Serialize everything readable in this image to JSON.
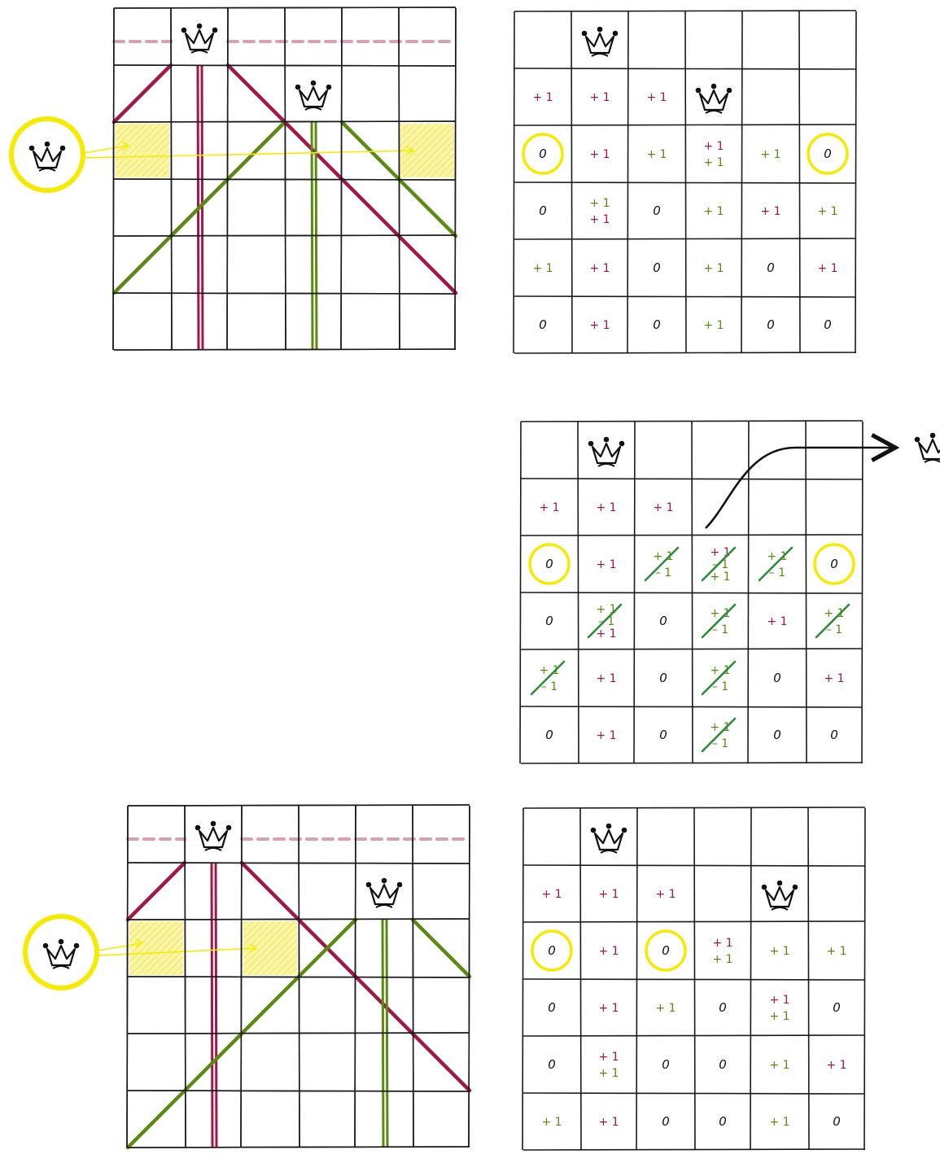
{
  "colors": {
    "grid": "#1a1a1a",
    "queen": "#111111",
    "magenta": "#a0174a",
    "green": "#5a8a12",
    "green_strike": "#2f8a3a",
    "yellow": "#f5ea00",
    "yellow_fill": "#fbf6a6",
    "dash": "#d9a0b4"
  },
  "icons": {
    "queen": "queen-crown-icon",
    "new_queen": "queen-crown-icon",
    "arrow": "curved-arrow-icon"
  },
  "panels": [
    {
      "id": "top-left-lines",
      "kind": "lines",
      "queens": [
        [
          0,
          1
        ],
        [
          1,
          3
        ]
      ],
      "highlight_cells": [
        [
          2,
          0
        ],
        [
          2,
          5
        ]
      ],
      "dash_row": 0
    },
    {
      "id": "top-right-counts",
      "kind": "counts",
      "queens": [
        [
          0,
          1
        ],
        [
          1,
          3
        ]
      ],
      "circled_cells": [
        [
          2,
          0
        ],
        [
          2,
          5
        ]
      ],
      "cells": [
        [
          "",
          "",
          "",
          "",
          "",
          ""
        ],
        [
          [
            "m",
            "+ 1"
          ]
        ],
        [],
        [],
        [],
        []
      ],
      "grid_text": [
        [
          [],
          [],
          [],
          [],
          [],
          []
        ],
        [
          [
            [
              "m",
              "+ 1"
            ]
          ],
          [
            [
              "m",
              "+ 1"
            ]
          ],
          [
            [
              "m",
              "+ 1"
            ]
          ],
          [],
          [],
          []
        ],
        [
          [
            [
              "k",
              "0"
            ]
          ],
          [
            [
              "m",
              "+ 1"
            ]
          ],
          [
            [
              "g",
              "+ 1"
            ]
          ],
          [
            [
              "m",
              "+ 1"
            ],
            [
              "g",
              "+ 1"
            ]
          ],
          [
            [
              "g",
              "+ 1"
            ]
          ],
          [
            [
              "k",
              "0"
            ]
          ]
        ],
        [
          [
            [
              "k",
              "0"
            ]
          ],
          [
            [
              "g",
              "+ 1"
            ],
            [
              "m",
              "+ 1"
            ]
          ],
          [
            [
              "k",
              "0"
            ]
          ],
          [
            [
              "g",
              "+ 1"
            ]
          ],
          [
            [
              "m",
              "+ 1"
            ]
          ],
          [
            [
              "g",
              "+ 1"
            ]
          ]
        ],
        [
          [
            [
              "g",
              "+ 1"
            ]
          ],
          [
            [
              "m",
              "+ 1"
            ]
          ],
          [
            [
              "k",
              "0"
            ]
          ],
          [
            [
              "g",
              "+ 1"
            ]
          ],
          [
            [
              "k",
              "0"
            ]
          ],
          [
            [
              "m",
              "+ 1"
            ]
          ]
        ],
        [
          [
            [
              "k",
              "0"
            ]
          ],
          [
            [
              "m",
              "+ 1"
            ]
          ],
          [
            [
              "k",
              "0"
            ]
          ],
          [
            [
              "g",
              "+ 1"
            ]
          ],
          [
            [
              "k",
              "0"
            ]
          ],
          [
            [
              "k",
              "0"
            ]
          ]
        ]
      ]
    },
    {
      "id": "middle-right-removed",
      "kind": "counts",
      "queens": [
        [
          0,
          1
        ]
      ],
      "moved_queen": [
        1,
        3
      ],
      "circled_cells": [
        [
          2,
          0
        ],
        [
          2,
          5
        ]
      ],
      "grid_text": [
        [
          [],
          [],
          [],
          [],
          [],
          []
        ],
        [
          [
            [
              "m",
              "+ 1"
            ]
          ],
          [
            [
              "m",
              "+ 1"
            ]
          ],
          [
            [
              "m",
              "+ 1"
            ]
          ],
          [],
          [],
          []
        ],
        [
          [
            [
              "k",
              "0"
            ]
          ],
          [
            [
              "m",
              "+ 1"
            ]
          ],
          [
            [
              "g",
              "+ 1"
            ],
            [
              "g",
              "– 1"
            ]
          ],
          [
            [
              "m",
              "+ 1"
            ],
            [
              "g",
              "– 1"
            ],
            [
              "g",
              "+ 1"
            ]
          ],
          [
            [
              "g",
              "+ 1"
            ],
            [
              "g",
              "– 1"
            ]
          ],
          [
            [
              "k",
              "0"
            ]
          ]
        ],
        [
          [
            [
              "k",
              "0"
            ]
          ],
          [
            [
              "g",
              "+ 1"
            ],
            [
              "g",
              "– 1"
            ],
            [
              "m",
              "+ 1"
            ]
          ],
          [
            [
              "k",
              "0"
            ]
          ],
          [
            [
              "g",
              "+ 1"
            ],
            [
              "g",
              "– 1"
            ]
          ],
          [
            [
              "m",
              "+ 1"
            ]
          ],
          [
            [
              "g",
              "+ 1"
            ],
            [
              "g",
              "– 1"
            ]
          ]
        ],
        [
          [
            [
              "g",
              "+ 1"
            ],
            [
              "g",
              "– 1"
            ]
          ],
          [
            [
              "m",
              "+ 1"
            ]
          ],
          [
            [
              "k",
              "0"
            ]
          ],
          [
            [
              "g",
              "+ 1"
            ],
            [
              "g",
              "– 1"
            ]
          ],
          [
            [
              "k",
              "0"
            ]
          ],
          [
            [
              "m",
              "+ 1"
            ]
          ]
        ],
        [
          [
            [
              "k",
              "0"
            ]
          ],
          [
            [
              "m",
              "+ 1"
            ]
          ],
          [
            [
              "k",
              "0"
            ]
          ],
          [
            [
              "g",
              "+ 1"
            ],
            [
              "g",
              "– 1"
            ]
          ],
          [
            [
              "k",
              "0"
            ]
          ],
          [
            [
              "k",
              "0"
            ]
          ]
        ]
      ],
      "struck_cells": [
        [
          2,
          2
        ],
        [
          2,
          3
        ],
        [
          2,
          4
        ],
        [
          3,
          1
        ],
        [
          3,
          3
        ],
        [
          3,
          5
        ],
        [
          4,
          0
        ],
        [
          4,
          3
        ],
        [
          5,
          3
        ]
      ]
    },
    {
      "id": "bottom-left-lines",
      "kind": "lines",
      "queens": [
        [
          0,
          1
        ],
        [
          1,
          4
        ]
      ],
      "highlight_cells": [
        [
          2,
          0
        ],
        [
          2,
          2
        ]
      ],
      "dash_row": 0
    },
    {
      "id": "bottom-right-counts",
      "kind": "counts",
      "queens": [
        [
          0,
          1
        ],
        [
          1,
          4
        ]
      ],
      "circled_cells": [
        [
          2,
          0
        ],
        [
          2,
          2
        ]
      ],
      "grid_text": [
        [
          [],
          [],
          [],
          [],
          [],
          []
        ],
        [
          [
            [
              "m",
              "+ 1"
            ]
          ],
          [
            [
              "m",
              "+ 1"
            ]
          ],
          [
            [
              "m",
              "+ 1"
            ]
          ],
          [],
          [],
          []
        ],
        [
          [
            [
              "k",
              "0"
            ]
          ],
          [
            [
              "m",
              "+ 1"
            ]
          ],
          [
            [
              "k",
              "0"
            ]
          ],
          [
            [
              "m",
              "+ 1"
            ],
            [
              "g",
              "+ 1"
            ]
          ],
          [
            [
              "g",
              "+ 1"
            ]
          ],
          [
            [
              "g",
              "+ 1"
            ]
          ]
        ],
        [
          [
            [
              "k",
              "0"
            ]
          ],
          [
            [
              "m",
              "+ 1"
            ]
          ],
          [
            [
              "g",
              "+ 1"
            ]
          ],
          [
            [
              "k",
              "0"
            ]
          ],
          [
            [
              "m",
              "+ 1"
            ],
            [
              "g",
              "+ 1"
            ]
          ],
          [
            [
              "k",
              "0"
            ]
          ]
        ],
        [
          [
            [
              "k",
              "0"
            ]
          ],
          [
            [
              "m",
              "+ 1"
            ],
            [
              "g",
              "+ 1"
            ]
          ],
          [
            [
              "k",
              "0"
            ]
          ],
          [
            [
              "k",
              "0"
            ]
          ],
          [
            [
              "g",
              "+ 1"
            ]
          ],
          [
            [
              "m",
              "+ 1"
            ]
          ]
        ],
        [
          [
            [
              "g",
              "+ 1"
            ]
          ],
          [
            [
              "m",
              "+ 1"
            ]
          ],
          [
            [
              "k",
              "0"
            ]
          ],
          [
            [
              "k",
              "0"
            ]
          ],
          [
            [
              "g",
              "+ 1"
            ]
          ],
          [
            [
              "k",
              "0"
            ]
          ]
        ]
      ]
    }
  ]
}
